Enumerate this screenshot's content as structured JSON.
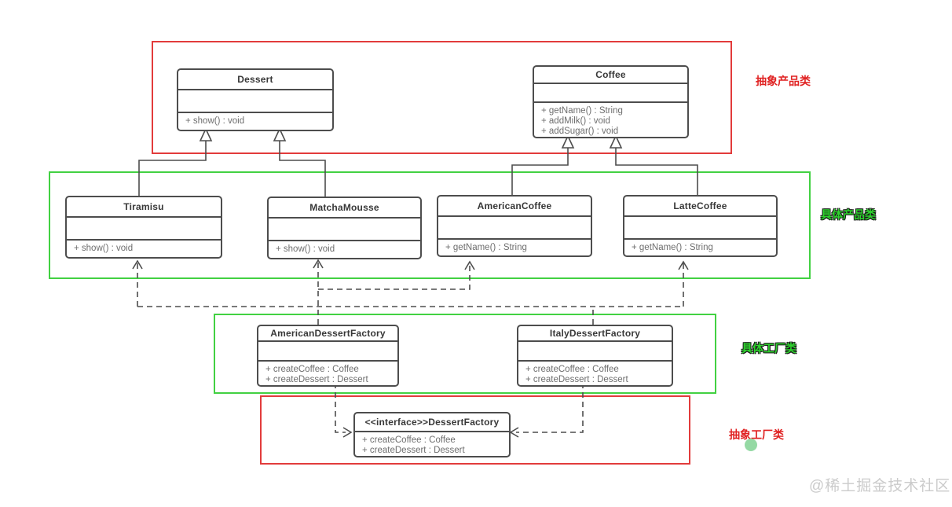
{
  "diagram": {
    "classes": {
      "dessert": {
        "name": "Dessert",
        "methods": [
          "+ show() : void"
        ]
      },
      "coffee": {
        "name": "Coffee",
        "methods": [
          "+ getName() : String",
          "+ addMilk() : void",
          "+ addSugar() : void"
        ]
      },
      "tiramisu": {
        "name": "Tiramisu",
        "methods": [
          "+ show() : void"
        ]
      },
      "matcha_mousse": {
        "name": "MatchaMousse",
        "methods": [
          "+ show() : void"
        ]
      },
      "american_coffee": {
        "name": "AmericanCoffee",
        "methods": [
          "+ getName() : String"
        ]
      },
      "latte_coffee": {
        "name": "LatteCoffee",
        "methods": [
          "+ getName() : String"
        ]
      },
      "american_dessert_factory": {
        "name": "AmericanDessertFactory",
        "methods": [
          "+ createCoffee : Coffee",
          "+ createDessert : Dessert"
        ]
      },
      "italy_dessert_factory": {
        "name": "ItalyDessertFactory",
        "methods": [
          "+ createCoffee : Coffee",
          "+ createDessert : Dessert"
        ]
      },
      "dessert_factory_interface": {
        "name": "<<interface>>DessertFactory",
        "methods": [
          "+ createCoffee : Coffee",
          "+ createDessert : Dessert"
        ]
      }
    },
    "region_labels": {
      "abstract_product": "抽象产品类",
      "concrete_product": "具体产品类",
      "concrete_factory": "具体工厂类",
      "abstract_factory": "抽象工厂类"
    },
    "relations": [
      {
        "from": "Tiramisu",
        "to": "Dessert",
        "type": "generalization"
      },
      {
        "from": "MatchaMousse",
        "to": "Dessert",
        "type": "generalization"
      },
      {
        "from": "AmericanCoffee",
        "to": "Coffee",
        "type": "generalization"
      },
      {
        "from": "LatteCoffee",
        "to": "Coffee",
        "type": "generalization"
      },
      {
        "from": "AmericanDessertFactory",
        "to": "MatchaMousse",
        "type": "dependency"
      },
      {
        "from": "AmericanDessertFactory",
        "to": "AmericanCoffee",
        "type": "dependency"
      },
      {
        "from": "ItalyDessertFactory",
        "to": "Tiramisu",
        "type": "dependency"
      },
      {
        "from": "ItalyDessertFactory",
        "to": "LatteCoffee",
        "type": "dependency"
      },
      {
        "from": "AmericanDessertFactory",
        "to": "<<interface>>DessertFactory",
        "type": "realization"
      },
      {
        "from": "ItalyDessertFactory",
        "to": "<<interface>>DessertFactory",
        "type": "realization"
      }
    ],
    "colors": {
      "abstract_region_border": "#e23b3b",
      "concrete_region_border": "#42d142",
      "class_border": "#4d4d4d",
      "abstract_label_text": "#e02222",
      "concrete_label_text": "#2ed32e",
      "legend_dot": "#95d9a4"
    }
  },
  "watermark": "@稀土掘金技术社区"
}
